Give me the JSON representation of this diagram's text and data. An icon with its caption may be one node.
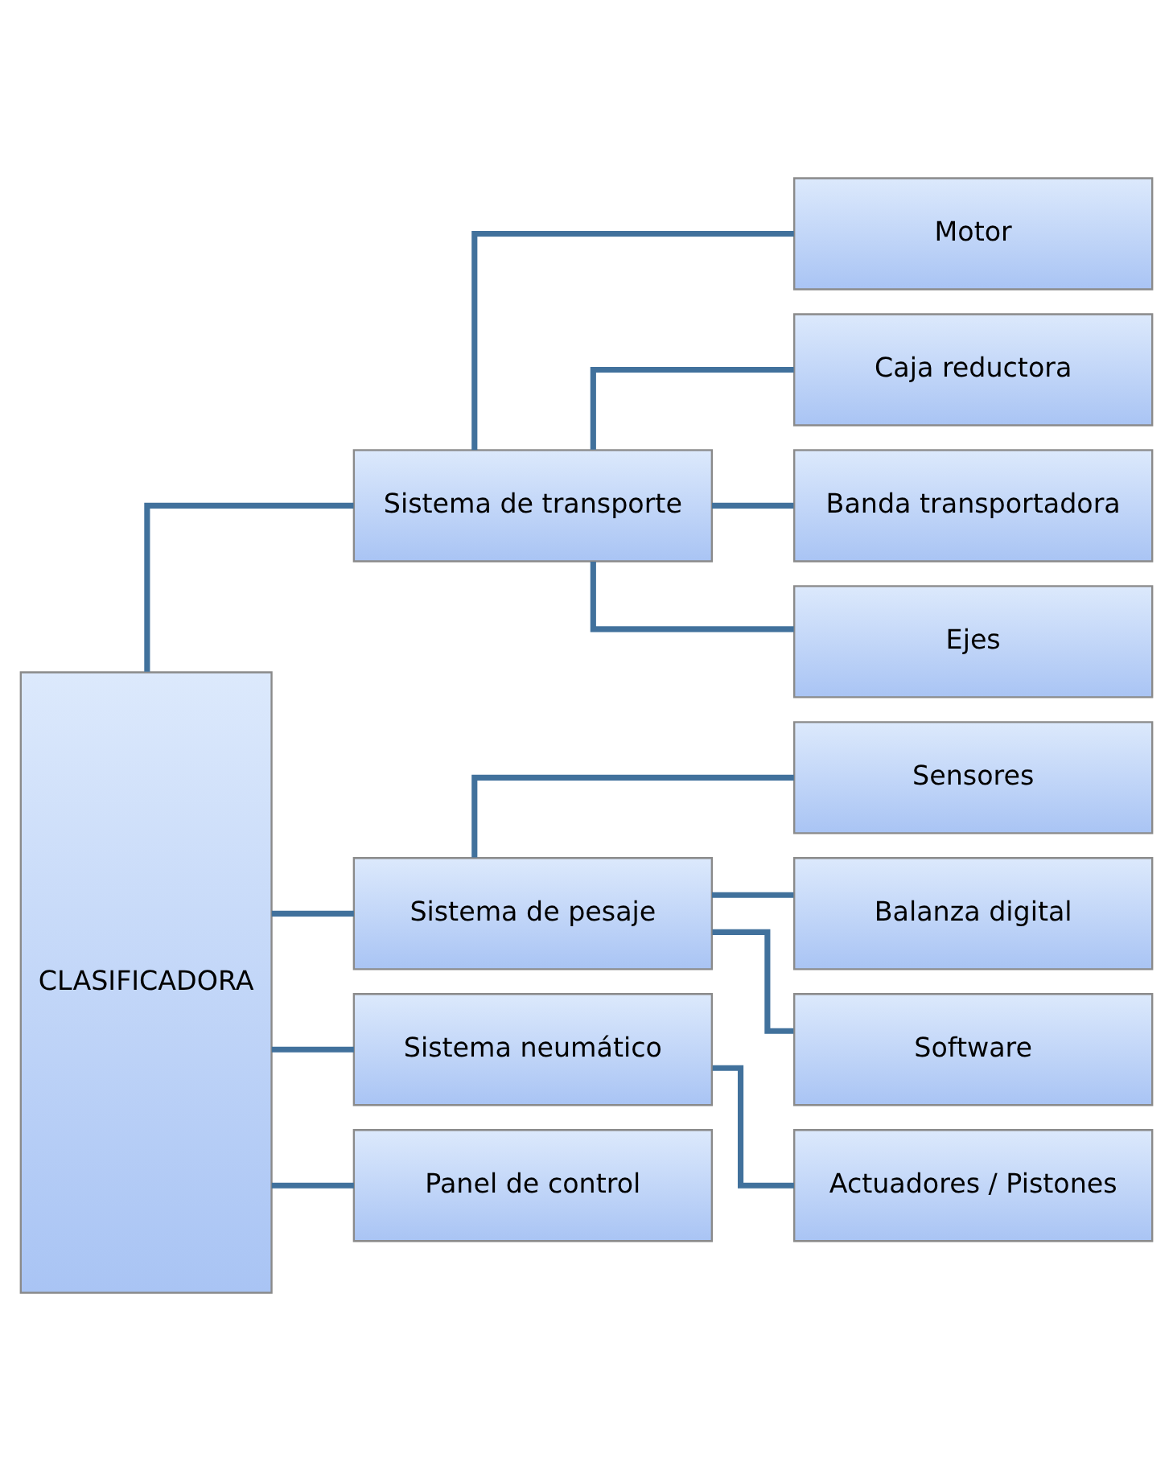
{
  "diagram": {
    "nodes": [
      {
        "text": [
          "CLASIFICADORA"
        ]
      },
      {
        "text": [
          "Sistema de transporte"
        ]
      },
      {
        "text": [
          "Motor"
        ]
      },
      {
        "text": [
          "Caja reductora"
        ]
      },
      {
        "text": [
          "Banda transportadora"
        ]
      },
      {
        "text": [
          "Ejes"
        ]
      },
      {
        "text": [
          "Sistema de pesaje"
        ]
      },
      {
        "text": [
          "Sensores"
        ]
      },
      {
        "text": [
          "Balanza digital"
        ]
      },
      {
        "text": [
          "Software"
        ]
      },
      {
        "text": [
          "Sistema neumático"
        ]
      },
      {
        "text": [
          "Actuadores / Pistones"
        ]
      },
      {
        "text": [
          "Panel de control"
        ]
      }
    ],
    "edges": [
      {
        "from": 0,
        "to": 1,
        "arrow": "none"
      },
      {
        "from": 1,
        "to": 2,
        "arrow": "none"
      },
      {
        "from": 1,
        "to": 3,
        "arrow": "none"
      },
      {
        "from": 1,
        "to": 4,
        "arrow": "none"
      },
      {
        "from": 1,
        "to": 5,
        "arrow": "none"
      },
      {
        "from": 0,
        "to": 6,
        "arrow": "none"
      },
      {
        "from": 6,
        "to": 7,
        "arrow": "none"
      },
      {
        "from": 6,
        "to": 8,
        "arrow": "none"
      },
      {
        "from": 6,
        "to": 9,
        "arrow": "none"
      },
      {
        "from": 0,
        "to": 10,
        "arrow": "none"
      },
      {
        "from": 10,
        "to": 11,
        "arrow": "none"
      },
      {
        "from": 0,
        "to": 12,
        "arrow": "none"
      }
    ]
  }
}
